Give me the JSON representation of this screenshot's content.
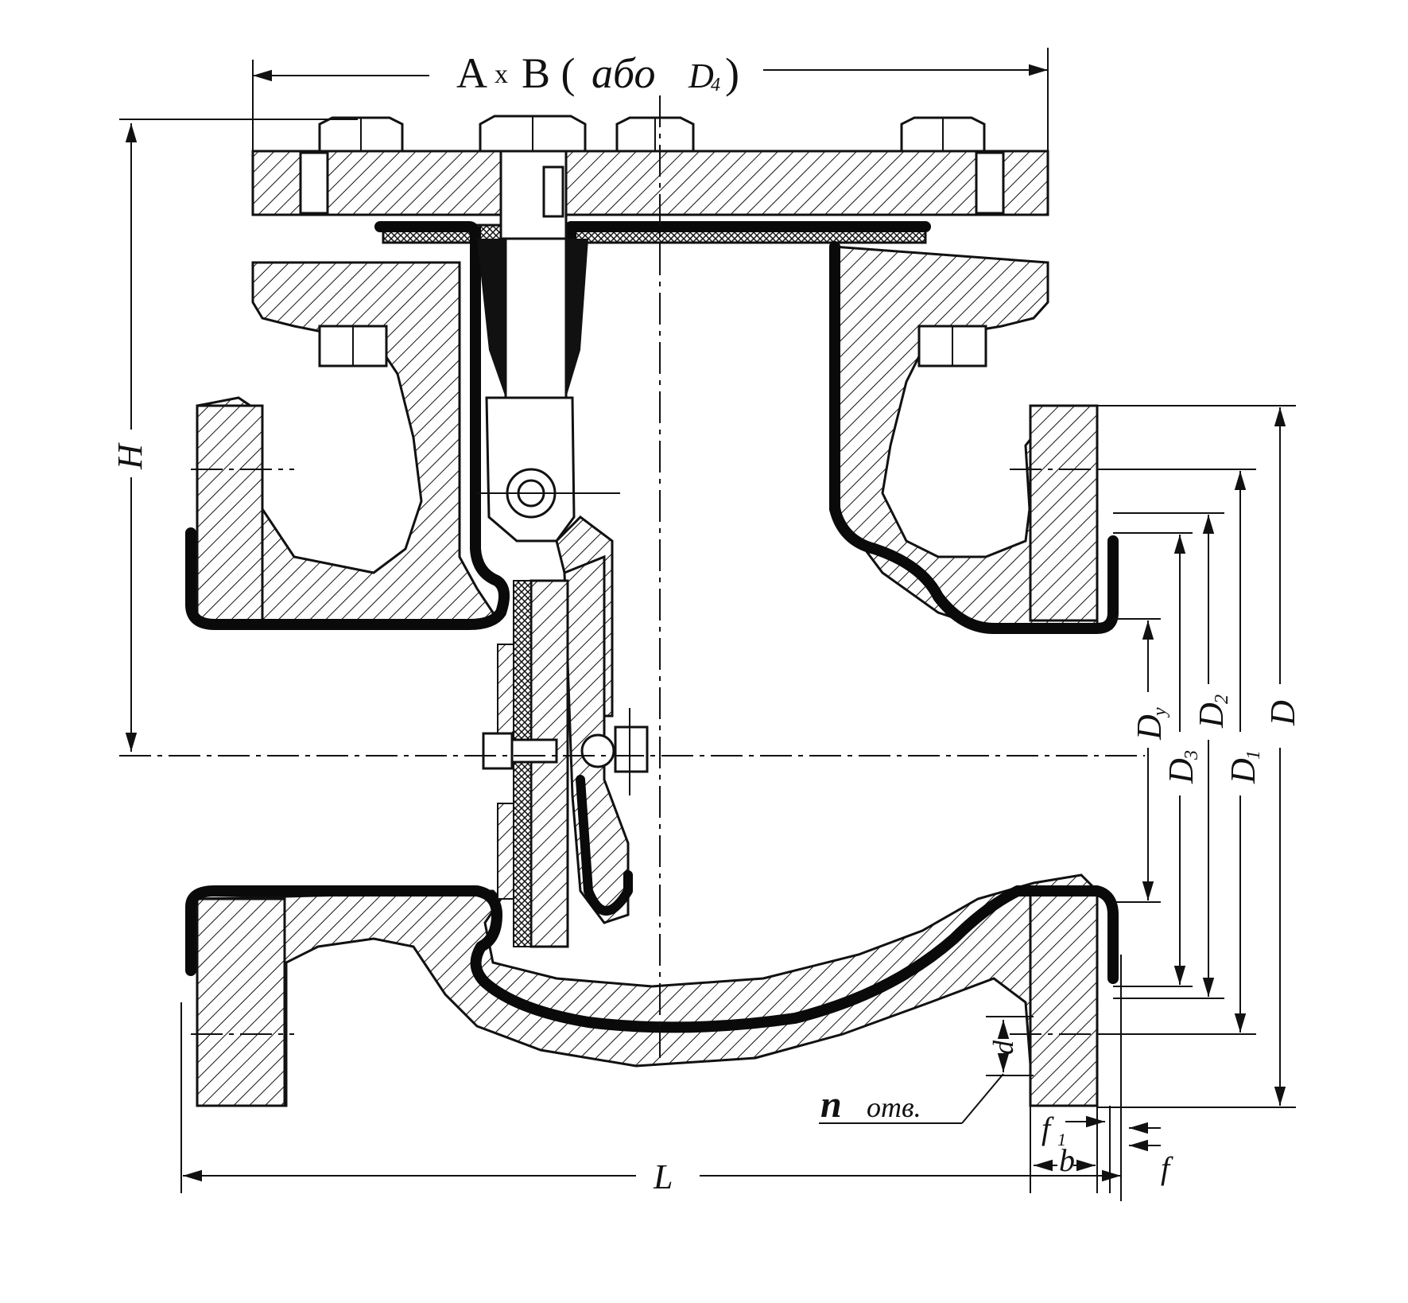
{
  "labels": {
    "top_A": "A",
    "top_x": "x",
    "top_B": "B (",
    "top_abo": "або",
    "top_D4": "D",
    "top_D4_sub": "4",
    "top_close": ")",
    "H": "H",
    "L": "L",
    "D": "D",
    "D1": "D",
    "D1_sub": "1",
    "D2": "D",
    "D2_sub": "2",
    "D3": "D",
    "D3_sub": "3",
    "Dy": "D",
    "Dy_sub": "y",
    "d": "d",
    "n": "n",
    "otv": "отв.",
    "f": "f",
    "f1": "f",
    "f1_sub": "1",
    "b": "b"
  },
  "colors": {
    "ink": "#111111",
    "paper": "#ffffff"
  }
}
